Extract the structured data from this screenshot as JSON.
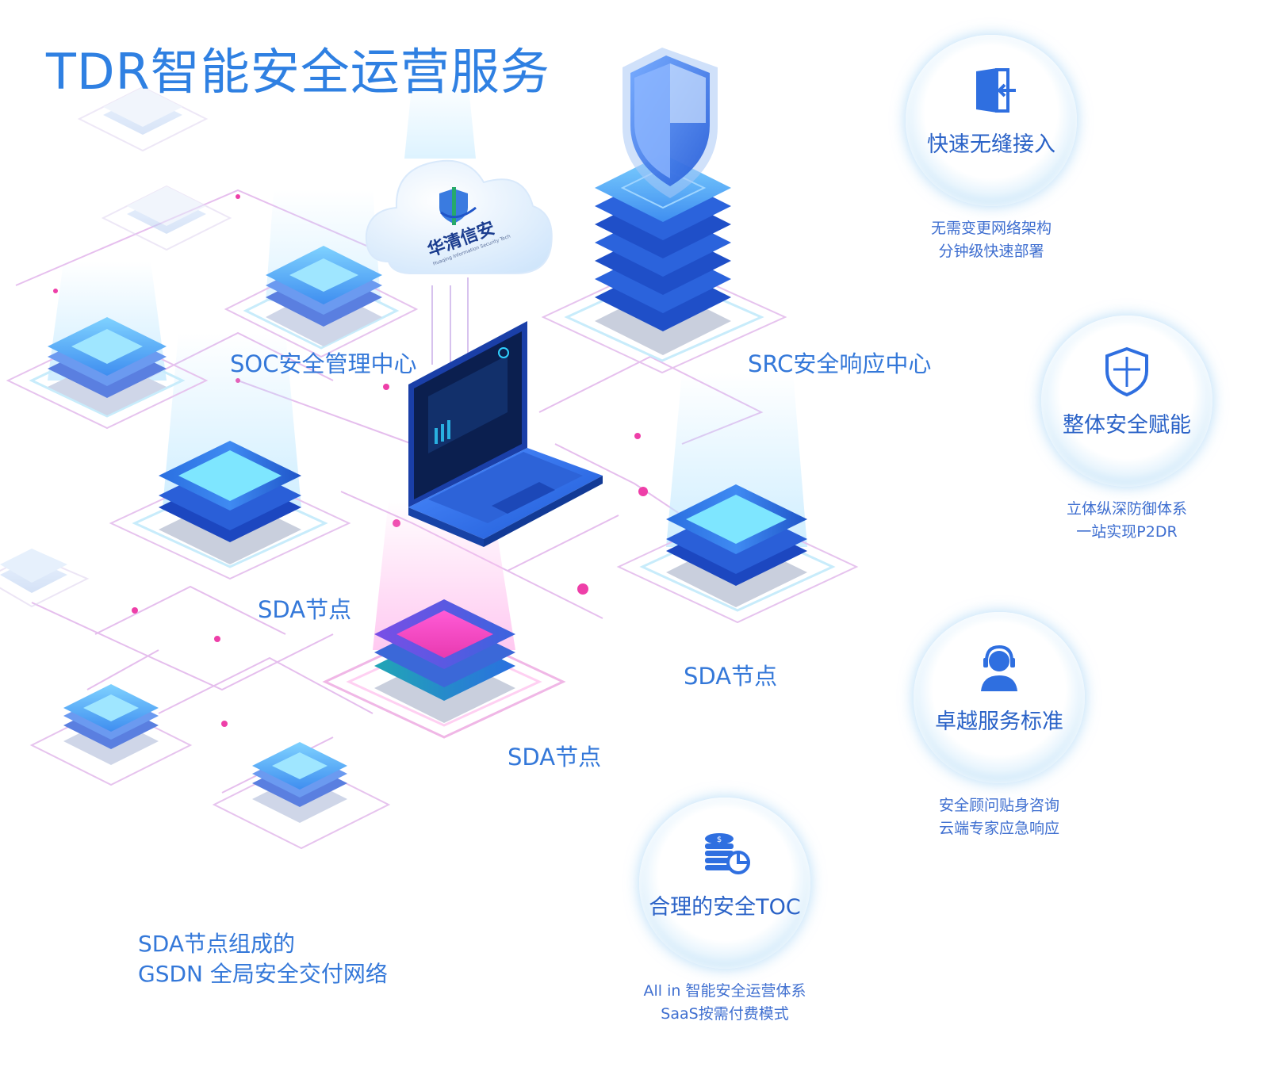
{
  "title": "TDR智能安全运营服务",
  "cloud_logo_text": "华清信安",
  "cloud_logo_subtext": "Huaqing Information Security Tech",
  "nodes": {
    "soc_label": "SOC安全管理中心",
    "src_label": "SRC安全响应中心",
    "sda_left_label": "SDA节点",
    "sda_right_label": "SDA节点",
    "sda_center_label": "SDA节点"
  },
  "network_caption": {
    "line1": "SDA节点组成的",
    "line2": "GSDN 全局安全交付网络"
  },
  "features": [
    {
      "icon": "door-enter-icon",
      "name": "快速无缝接入",
      "desc1": "无需变更网络架构",
      "desc2": "分钟级快速部署"
    },
    {
      "icon": "shield-icon",
      "name": "整体安全赋能",
      "desc1": "立体纵深防御体系",
      "desc2": "一站实现P2DR"
    },
    {
      "icon": "support-agent-icon",
      "name": "卓越服务标准",
      "desc1": "安全顾问贴身咨询",
      "desc2": "云端专家应急响应"
    },
    {
      "icon": "coins-chart-icon",
      "name": "合理的安全TOC",
      "desc1": "All in 智能安全运营体系",
      "desc2": "SaaS按需付费模式"
    }
  ],
  "colors": {
    "title": "#2f80e2",
    "label": "#3478d9",
    "node_blue": "#2f6fe0",
    "node_pink": "#ec3ab8",
    "line_pink": "#e1b4ea"
  }
}
